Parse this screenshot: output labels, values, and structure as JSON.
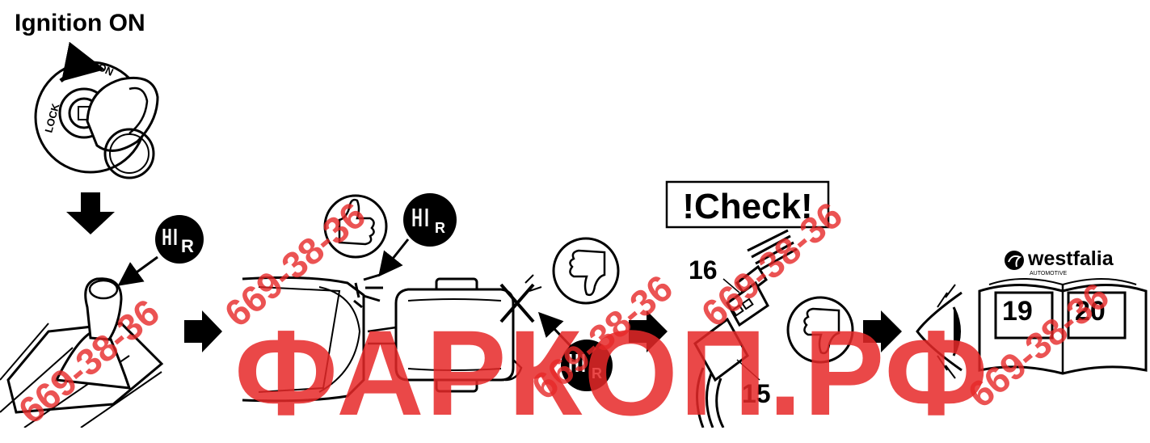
{
  "title": "Ignition ON",
  "ignition": {
    "lock_label": "LOCK",
    "on_label": "ON"
  },
  "reverse_gear_label": "R",
  "check_label": "!Check!",
  "connector": {
    "upper_label": "16",
    "lower_label": "15"
  },
  "brand": {
    "name": "westfalia",
    "tagline": "AUTOMOTIVE"
  },
  "manual_pages": {
    "left": "19",
    "right": "20"
  },
  "watermark": {
    "text": "ФАРКОП.РФ",
    "phone_fragment": "669-38-36"
  },
  "colors": {
    "ink": "#000000",
    "watermark": "#e62828",
    "background": "#ffffff"
  }
}
